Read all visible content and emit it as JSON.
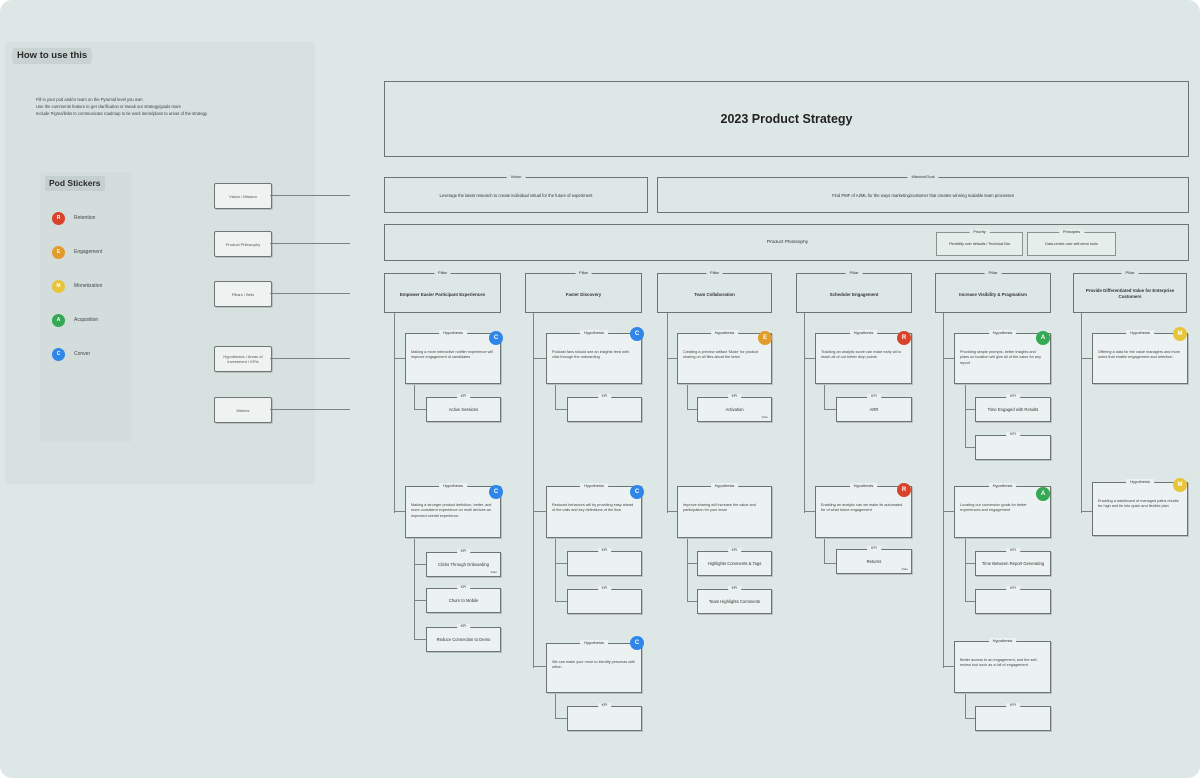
{
  "colors": {
    "background": "#dde8e6",
    "retention": "#d9432c",
    "engagement": "#e39b2b",
    "monetization": "#e8c43a",
    "acquisition": "#34a853",
    "conversion": "#2f86e8"
  },
  "how_to_use": {
    "title": "How to use this",
    "steps": [
      "Fill in your pod and/or team on the Pyramid level you own",
      "Use the comments feature to get clarification or tweak our strategy/goals more",
      "Include Pigma/links to communicate roadmap to tie work items/plans to areas of the strategy"
    ]
  },
  "pod_stickers": {
    "title": "Pod Stickers",
    "items": [
      {
        "letter": "R",
        "label": "Retention",
        "color": "#d9432c"
      },
      {
        "letter": "E",
        "label": "Engagement",
        "color": "#e39b2b"
      },
      {
        "letter": "M",
        "label": "Monetization",
        "color": "#e8c43a"
      },
      {
        "letter": "A",
        "label": "Acquisition",
        "color": "#34a853"
      },
      {
        "letter": "C",
        "label": "Conver",
        "color": "#2f86e8"
      }
    ]
  },
  "row_labels": [
    "Vision / Mission",
    "Product Philosophy",
    "Pillars / Bets",
    "Hypotheses / Areas of Investment / KPIs",
    "Metrics"
  ],
  "strategy": {
    "title": "2023 Product Strategy",
    "vision": {
      "tag": "Vision",
      "text": "Leverage the latest research to create individual virtual for the future of experiment"
    },
    "mission": {
      "tag": "Mission/Goal",
      "text": "Find PMF of AI/ML for the ways marketing/customer that creates winning scalable team processes"
    },
    "philosophy": {
      "label": "Product Philosophy",
      "sub": [
        {
          "tag": "Priority",
          "text": "Flexibility over defaults / Technical Bar"
        },
        {
          "tag": "Principles",
          "text": "Data-centric over self-serve tools"
        }
      ]
    },
    "pillar_tag": "Pillar",
    "hyp_tag": "Hypothesis",
    "kpi_tag": "KPI",
    "pillars": [
      {
        "title": "Empower Easier Participant Experiences"
      },
      {
        "title": "Faster Discovery"
      },
      {
        "title": "Team Collaboration"
      },
      {
        "title": "Scheduler Engagement"
      },
      {
        "title": "Increase Visibility & Pragmatism"
      },
      {
        "title": "Provide Differentiated Value for Enterprise Customers"
      }
    ],
    "hypotheses": [
      {
        "badge": "C",
        "text": "Making a more interactive notifier experience will improve engagement of candidates"
      },
      {
        "badge": "C",
        "text": "Making a stronger product definition, better, and more consistent experience on multi devices an improved overall experience"
      },
      {
        "badge": "C",
        "text": "Podcast fans should see an insights feed with click through the onboarding"
      },
      {
        "badge": "C",
        "text": "Reduced behaviors will by providing easy ahead of the calls and key definitions of the flow"
      },
      {
        "badge": "C",
        "text": "We can make your more to identify personas with ortion"
      },
      {
        "badge": "E",
        "text": "Creating a preview artifact 'Mode' for product sharing on all files about the team"
      },
      {
        "badge": "",
        "text": "Improve sharing will increase the value and participation for your team"
      },
      {
        "badge": "R",
        "text": "Tracking an analytic score can make early all to reach all of our better drop points"
      },
      {
        "badge": "R",
        "text": "Enabling an analytic can we make its automated for of what future engagement"
      },
      {
        "badge": "A",
        "text": "Providing simple prompts, better insights and plans on location will give all of the value for any report"
      },
      {
        "badge": "A",
        "text": "Locating our conversion goals for better experiences and engagement"
      },
      {
        "badge": "",
        "text": "Better access to an engagement, and the self-review tool such as a full of engagement"
      },
      {
        "badge": "M",
        "text": "Offering a data for the value managers and more users that enable engagement and retention"
      },
      {
        "badge": "M",
        "text": "Enabling a dashboard of managed paths results for high and tie into quick and flexible plan"
      }
    ],
    "metrics": [
      {
        "text": "Active Sessions",
        "sub": ""
      },
      {
        "text": "Clicks Through Onboarding",
        "sub": "Rate"
      },
      {
        "text": "Churn to Mobile",
        "sub": ""
      },
      {
        "text": "Reduce Connection to Demo",
        "sub": ""
      },
      {
        "text": "",
        "sub": ""
      },
      {
        "text": "",
        "sub": ""
      },
      {
        "text": "",
        "sub": ""
      },
      {
        "text": "",
        "sub": ""
      },
      {
        "text": "Activation",
        "sub": "Rate"
      },
      {
        "text": "Highlights Comments & Tags",
        "sub": ""
      },
      {
        "text": "Team Highlights Comments",
        "sub": ""
      },
      {
        "text": "ARR",
        "sub": ""
      },
      {
        "text": "Returns",
        "sub": "Rate"
      },
      {
        "text": "Time Engaged with Results",
        "sub": ""
      },
      {
        "text": "",
        "sub": ""
      },
      {
        "text": "Time Between Report Generating",
        "sub": ""
      },
      {
        "text": "",
        "sub": ""
      },
      {
        "text": "",
        "sub": ""
      }
    ]
  }
}
